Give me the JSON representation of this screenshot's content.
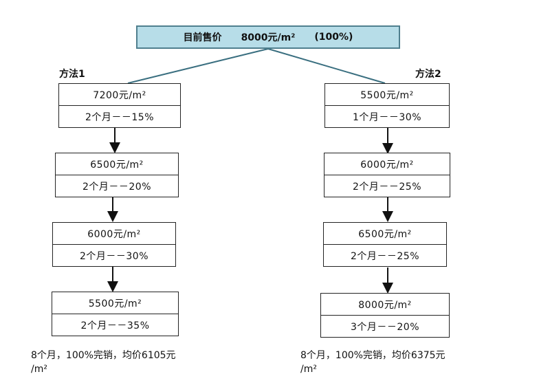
{
  "top": {
    "title": "目前售价",
    "price": "8000元/m²",
    "percent": "(100%)"
  },
  "methods": [
    {
      "label": "方法1",
      "steps": [
        {
          "price": "7200元/m²",
          "duration": "2个月－－15%"
        },
        {
          "price": "6500元/m²",
          "duration": "2个月－－20%"
        },
        {
          "price": "6000元/m²",
          "duration": "2个月－－30%"
        },
        {
          "price": "5500元/m²",
          "duration": "2个月－－35%"
        }
      ],
      "summary": [
        "8个月，100%完销，均价6105元",
        "/m²"
      ]
    },
    {
      "label": "方法2",
      "steps": [
        {
          "price": "5500元/m²",
          "duration": "1个月－－30%"
        },
        {
          "price": "6000元/m²",
          "duration": "2个月－－25%"
        },
        {
          "price": "6500元/m²",
          "duration": "2个月－－25%"
        },
        {
          "price": "8000元/m²",
          "duration": "3个月－－20%"
        }
      ],
      "summary": [
        "8个月，100%完销，均价6375元",
        "/m²"
      ]
    }
  ],
  "colors": {
    "top_fill": "#b7dde8",
    "top_border": "#4f7f8e",
    "connector": "#3a6f80"
  }
}
